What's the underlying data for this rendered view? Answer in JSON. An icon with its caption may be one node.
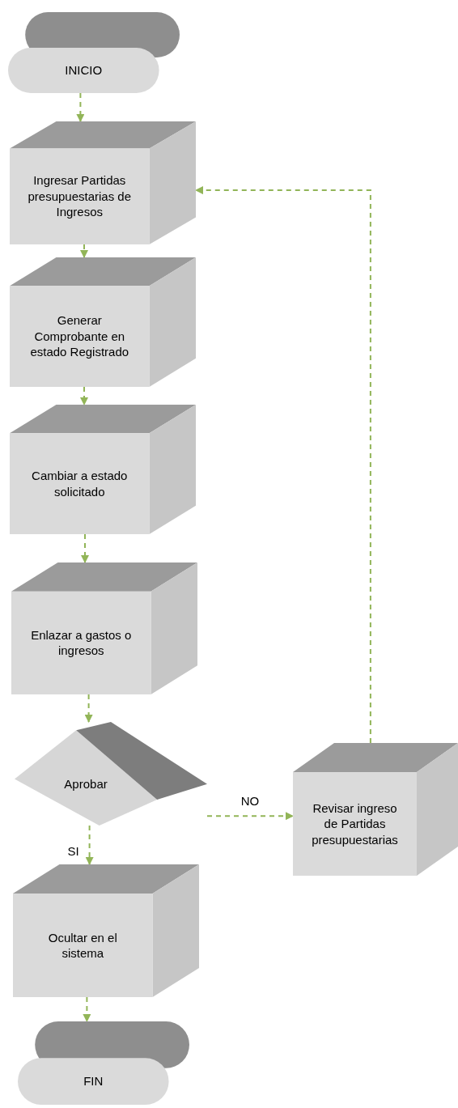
{
  "diagram": {
    "nodes": [
      {
        "text": [
          "INICIO"
        ]
      },
      {
        "text": [
          "Ingresar Partidas presupuestarias de Ingresos"
        ]
      },
      {
        "text": [
          "Generar Comprobante en estado Registrado"
        ]
      },
      {
        "text": [
          "Cambiar a estado solicitado"
        ]
      },
      {
        "text": [
          "Enlazar a gastos o ingresos"
        ]
      },
      {
        "text": [
          "Aprobar"
        ]
      },
      {
        "text": [
          "Revisar ingreso de Partidas presupuestarias"
        ]
      },
      {
        "text": [
          "Ocultar en el sistema"
        ]
      },
      {
        "text": [
          "FIN"
        ]
      }
    ],
    "edges": [
      {
        "from": 0,
        "to": 1,
        "arrow": "to",
        "style": "dashed"
      },
      {
        "from": 1,
        "to": 2,
        "arrow": "to",
        "style": "dashed"
      },
      {
        "from": 2,
        "to": 3,
        "arrow": "to",
        "style": "dashed"
      },
      {
        "from": 3,
        "to": 4,
        "arrow": "to",
        "style": "dashed"
      },
      {
        "from": 4,
        "to": 5,
        "arrow": "to",
        "style": "dashed"
      },
      {
        "from": 5,
        "to": 6,
        "arrow": "to",
        "style": "dashed",
        "label": "NO"
      },
      {
        "from": 5,
        "to": 7,
        "arrow": "to",
        "style": "dashed",
        "label": "SI"
      },
      {
        "from": 7,
        "to": 8,
        "arrow": "to",
        "style": "dashed"
      },
      {
        "from": 6,
        "to": 1,
        "arrow": "to",
        "style": "dashed"
      }
    ]
  }
}
